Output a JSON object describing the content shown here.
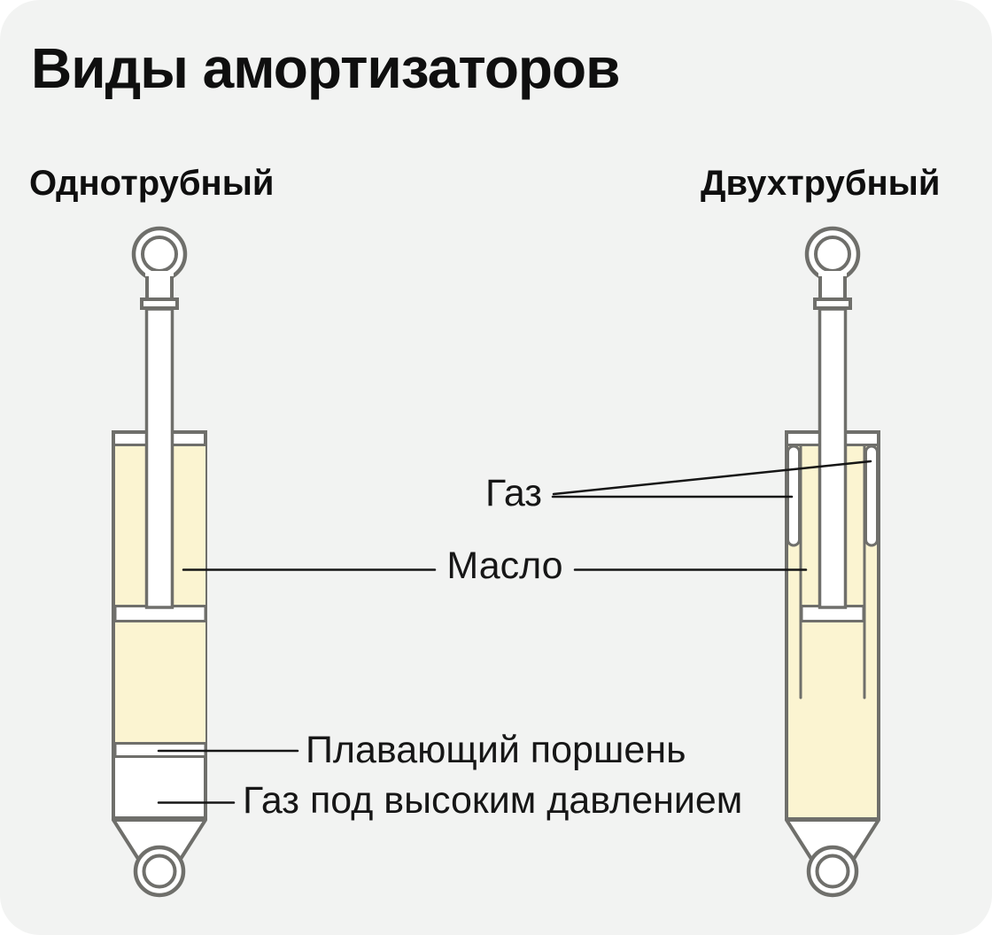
{
  "page": {
    "title": "Виды амортизаторов"
  },
  "shock_types": {
    "mono": {
      "heading": "Однотрубный"
    },
    "twin": {
      "heading": "Двухтрубный"
    }
  },
  "annotations": {
    "gas": "Газ",
    "oil": "Масло",
    "floating_piston": "Плавающий поршень",
    "high_pressure_gas": "Газ под высоким давлением"
  },
  "colors": {
    "card_background": "#F2F3F2",
    "oil_fill": "#FBF4D1",
    "outline_gray": "#6F6F6B",
    "leader_line": "#161616",
    "text": "#0F0F0F"
  }
}
